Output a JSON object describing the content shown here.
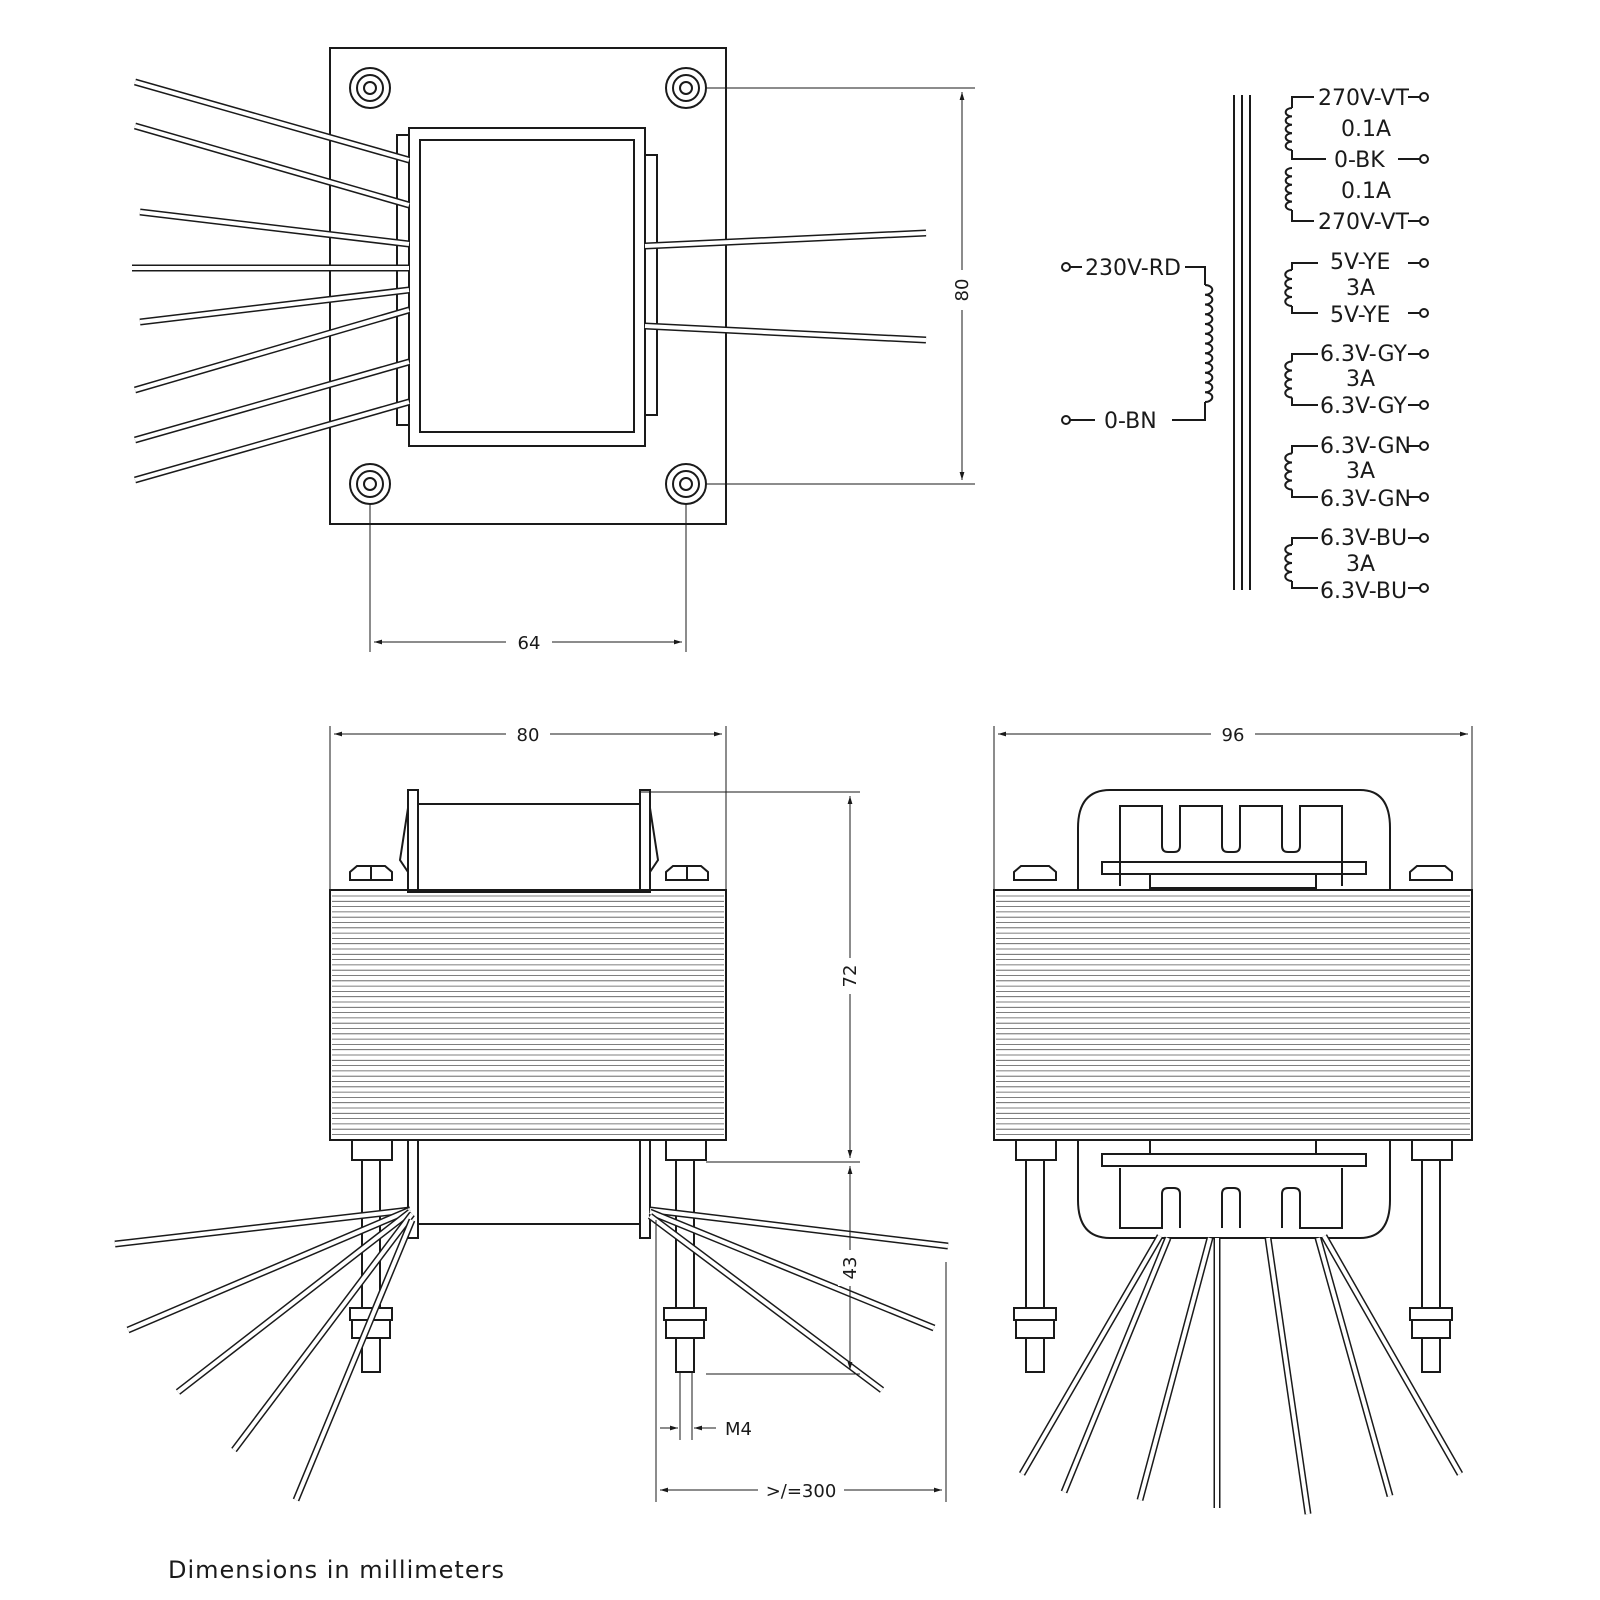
{
  "schematic": {
    "primary": {
      "top": "230V-RD",
      "bottom": "0-BN"
    },
    "secondary_ht": {
      "top": "270V-VT",
      "current_top": "0.1A",
      "tap": "0-BK",
      "current_bottom": "0.1A",
      "bottom": "270V-VT"
    },
    "windings": [
      {
        "top": "5V-YE",
        "current": "3A",
        "bottom": "5V-YE"
      },
      {
        "top": "6.3V-GY",
        "current": "3A",
        "bottom": "6.3V-GY"
      },
      {
        "top": "6.3V-GN",
        "current": "3A",
        "bottom": "6.3V-GN"
      },
      {
        "top": "6.3V-BU",
        "current": "3A",
        "bottom": "6.3V-BU"
      }
    ]
  },
  "dimensions": {
    "top_height": "80",
    "top_hole_spacing": "64",
    "front_width": "80",
    "front_height": "72",
    "stud_length": "43",
    "thread": "M4",
    "lead_length": ">/=300",
    "side_width": "96"
  },
  "footer": "Dimensions in millimeters"
}
